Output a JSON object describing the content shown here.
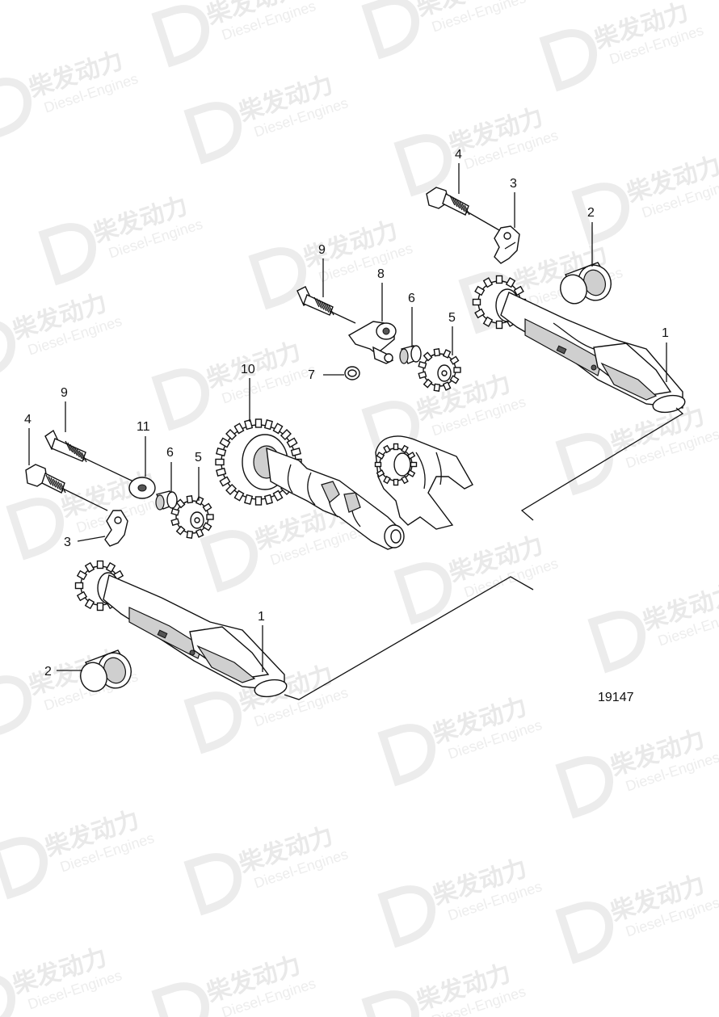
{
  "figure_number": "19147",
  "watermark": {
    "brand": "柴发动力",
    "sub": "Diesel-Engines"
  },
  "callouts": [
    "1",
    "2",
    "3",
    "4",
    "5",
    "6",
    "7",
    "8",
    "9",
    "10",
    "11",
    "1",
    "2",
    "3",
    "4",
    "5",
    "6",
    "9"
  ],
  "parts": {
    "balance_shaft_upper": "balance-shaft-upper",
    "balance_shaft_lower": "balance-shaft-lower",
    "camshaft": "camshaft",
    "crankshaft": "crankshaft-fragment"
  }
}
